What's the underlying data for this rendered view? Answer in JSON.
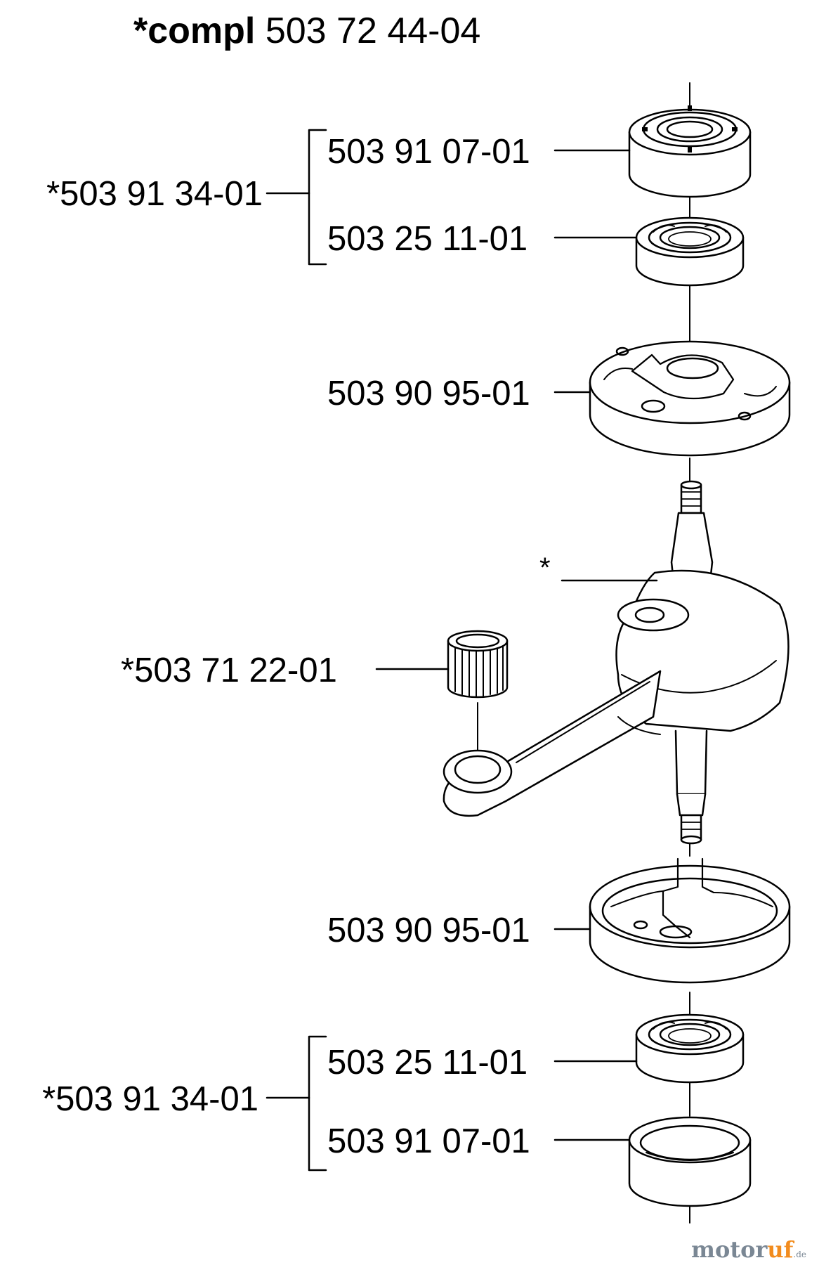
{
  "title": {
    "prefix": "*compl",
    "number": "503 72 44-04"
  },
  "labels": {
    "kit_top": "*503 91 34-01",
    "seal_top": "503 91 07-01",
    "bearing_top": "503 25 11-01",
    "crankcase_half_top": "503 90 95-01",
    "crankshaft": "*",
    "needle_bearing": "*503 71 22-01",
    "crankcase_half_bottom": "503 90 95-01",
    "kit_bottom": "*503 91 34-01",
    "bearing_bottom": "503 25 11-01",
    "seal_bottom": "503 91 07-01"
  },
  "watermark": {
    "main": "motor",
    "accent": "uf",
    "tld": ".de"
  }
}
